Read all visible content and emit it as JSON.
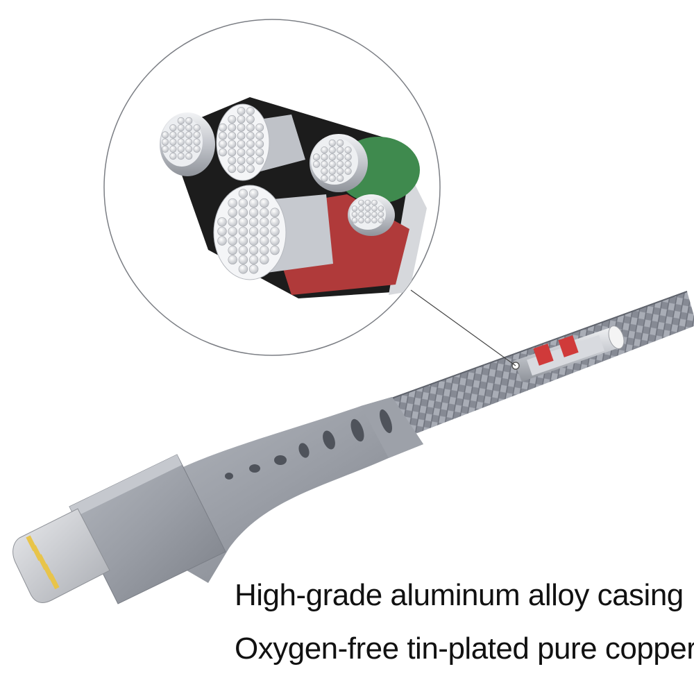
{
  "captions": {
    "line1": "High-grade aluminum alloy casing",
    "line2": "Oxygen-free tin-plated pure copper"
  },
  "colors": {
    "background": "#ffffff",
    "braid": "#8c8f98",
    "housing": "#9a9ea6",
    "connector_tip": "#c9ccd2",
    "contact_pins": "#e8c44a",
    "wire_red": "#b03a3a",
    "wire_green": "#3f8a4e",
    "wire_black": "#1a1a1a"
  },
  "icons": [
    "lightning-connector",
    "braided-cable",
    "cable-cross-section-magnifier"
  ]
}
